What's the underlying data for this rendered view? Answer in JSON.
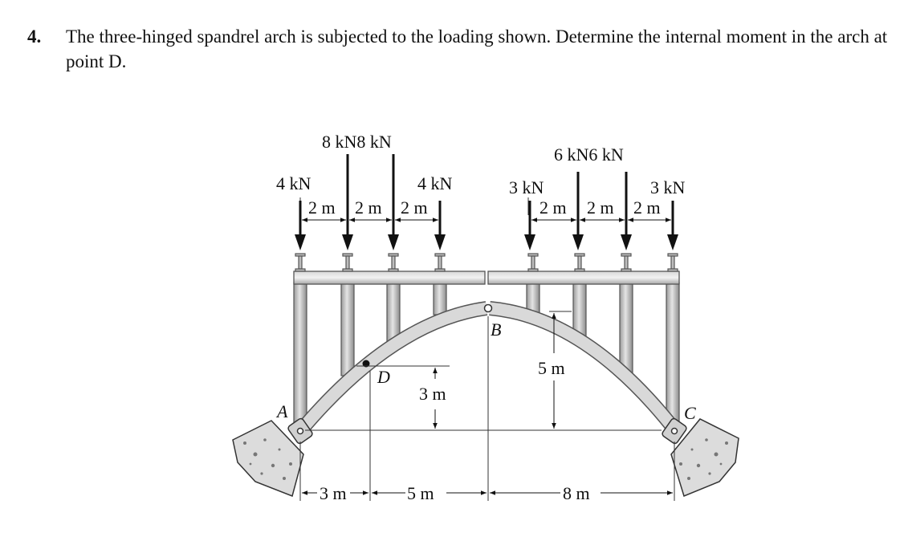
{
  "problem": {
    "number": "4.",
    "text": "The three-hinged spandrel arch is subjected to the loading shown. Determine the internal moment in the arch at point D."
  },
  "figure": {
    "loads": {
      "l1": "4 kN",
      "l2_l3": "8 kN8 kN",
      "l4": "4 kN",
      "r1": "3 kN",
      "r2_r3": "6 kN6 kN",
      "r4": "3 kN"
    },
    "spacings_left": [
      "2 m",
      "2 m",
      "2 m"
    ],
    "spacings_right": [
      "2 m",
      "2 m",
      "2 m"
    ],
    "points": {
      "A": "A",
      "B": "B",
      "C": "C",
      "D": "D"
    },
    "dims": {
      "rise_D": "3 m",
      "rise_B": "5 m",
      "span_AD": "3 m",
      "span_DB": "5 m",
      "span_BC": "8 m"
    }
  }
}
